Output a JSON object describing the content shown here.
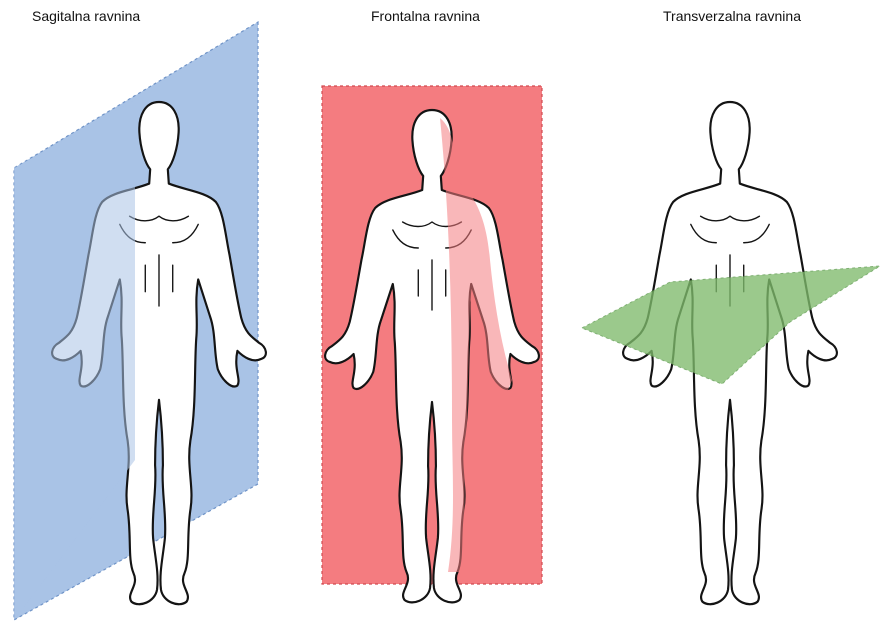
{
  "labels": {
    "sagittal": "Sagitalna ravnina",
    "frontal": "Frontalna ravnina",
    "transverse": "Transverzalna ravnina"
  },
  "colors": {
    "sagittal_plane": "#a9c3e6",
    "frontal_plane": "#f47c80",
    "transverse_plane": "#7fbb6c",
    "outline": "#141414"
  }
}
